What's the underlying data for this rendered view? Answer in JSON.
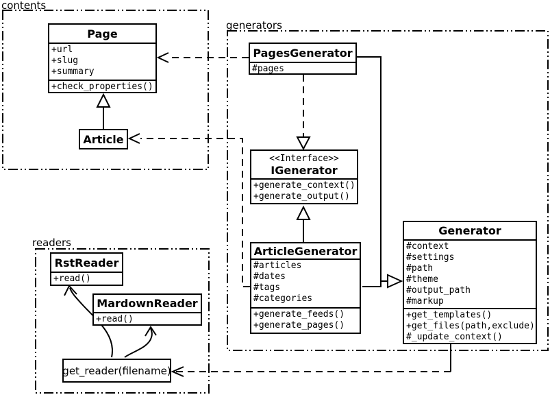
{
  "diagram": {
    "background_color": "#ffffff",
    "line_color": "#000000"
  },
  "packages": {
    "contents": {
      "label": "contents"
    },
    "generators": {
      "label": "generators"
    },
    "readers": {
      "label": "readers"
    }
  },
  "classes": {
    "page": {
      "name": "Page",
      "attributes": [
        "+url",
        "+slug",
        "+summary"
      ],
      "methods": [
        "+check_properties()"
      ]
    },
    "article": {
      "name": "Article"
    },
    "pages_generator": {
      "name": "PagesGenerator",
      "attributes": [
        "#pages"
      ]
    },
    "igenerator": {
      "stereotype": "<<Interface>>",
      "name": "IGenerator",
      "methods": [
        "+generate_context()",
        "+generate_output()"
      ]
    },
    "article_generator": {
      "name": "ArticleGenerator",
      "attributes": [
        "#articles",
        "#dates",
        "#tags",
        "#categories"
      ],
      "methods": [
        "+generate_feeds()",
        "+generate_pages()"
      ]
    },
    "generator": {
      "name": "Generator",
      "attributes": [
        "#context",
        "#settings",
        "#path",
        "#theme",
        "#output_path",
        "#markup"
      ],
      "methods": [
        "+get_templates()",
        "+get_files(path,exclude)",
        "#_update_context()"
      ]
    },
    "rst_reader": {
      "name": "RstReader",
      "methods": [
        "+read()"
      ]
    },
    "markdown_reader": {
      "name": "MardownReader",
      "methods": [
        "+read()"
      ]
    },
    "get_reader": {
      "name": "get_reader(filename)"
    }
  },
  "relationships": [
    {
      "from": "Article",
      "to": "Page",
      "type": "inheritance"
    },
    {
      "from": "PagesGenerator",
      "to": "Page",
      "type": "dependency"
    },
    {
      "from": "ArticleGenerator",
      "to": "Article",
      "type": "dependency"
    },
    {
      "from": "PagesGenerator",
      "to": "IGenerator",
      "type": "realization"
    },
    {
      "from": "ArticleGenerator",
      "to": "IGenerator",
      "type": "inheritance"
    },
    {
      "from": "PagesGenerator",
      "to": "Generator",
      "type": "inheritance"
    },
    {
      "from": "ArticleGenerator",
      "to": "Generator",
      "type": "inheritance"
    },
    {
      "from": "Generator",
      "to": "get_reader(filename)",
      "type": "dependency"
    },
    {
      "from": "get_reader(filename)",
      "to": "RstReader",
      "type": "arrow"
    },
    {
      "from": "get_reader(filename)",
      "to": "MardownReader",
      "type": "arrow"
    }
  ]
}
